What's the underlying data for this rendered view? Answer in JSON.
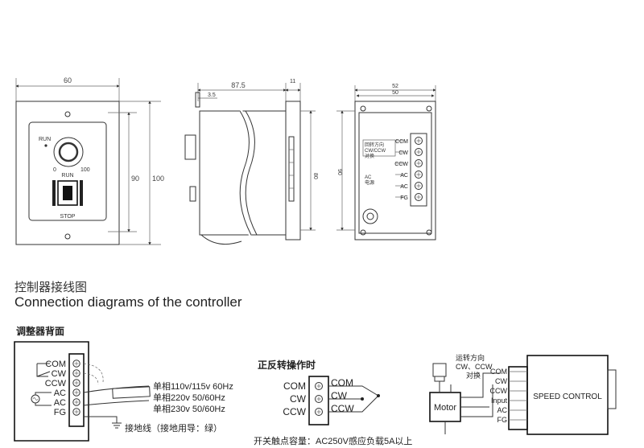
{
  "front_view": {
    "width_dim": "60",
    "height_inner_dim": "90",
    "height_outer_dim": "100",
    "run_label_top": "RUN",
    "scale_min": "0",
    "scale_max": "100",
    "run_label": "RUN",
    "stop_label": "STOP"
  },
  "side_view": {
    "length_dim": "87.5",
    "flange_dim": "11",
    "offset_dim": "3.5",
    "height_dim": "80"
  },
  "rear_view": {
    "outer_width_dim": "52",
    "inner_width_dim": "50",
    "height_dim": "90",
    "note_direction": "回转方向\nCW/CCW\n对换",
    "note_ac": "AC\n电源",
    "terminals": [
      "CCM",
      "CW",
      "CCW",
      "AC",
      "AC",
      "FG"
    ]
  },
  "section": {
    "title_cn": "控制器接线图",
    "title_en": "Connection diagrams of the controller"
  },
  "diagram_back": {
    "title": "调整器背面",
    "terminals": [
      "COM",
      "CW",
      "CCW",
      "AC",
      "AC",
      "FG"
    ],
    "supply_lines": [
      "单相110v/115v 60Hz",
      "单相220v 50/60Hz",
      "单相230v 50/60Hz"
    ],
    "ground_note": "接地线（接地用导：绿）"
  },
  "diagram_switch": {
    "title": "正反转操作时",
    "terminals_left": [
      "COM",
      "CW",
      "CCW"
    ],
    "terminals_right": [
      "COM",
      "CW",
      "CCW"
    ],
    "capacity_note": "开关触点容量：AC250V感应负载5A以上"
  },
  "diagram_motor": {
    "direction_note_1": "运转方向",
    "direction_note_2": "CW、CCW",
    "direction_note_3": "对换",
    "terminals": [
      "COM",
      "CW",
      "CCW",
      "Input",
      "AC",
      "FG"
    ],
    "motor_label": "Motor",
    "controller_label": "SPEED CONTROL"
  }
}
